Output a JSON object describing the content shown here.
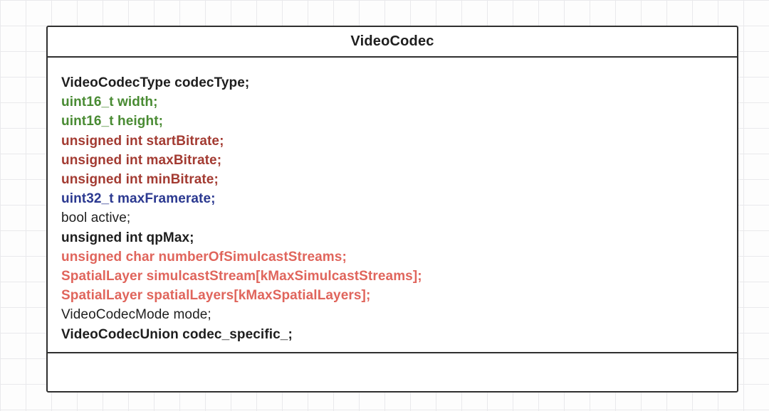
{
  "diagram": {
    "title": "VideoCodec",
    "fields": [
      {
        "name": "codecType",
        "text": "VideoCodecType codecType;",
        "color": "#1e1e1e",
        "bold": true
      },
      {
        "name": "width",
        "text": "uint16_t width;",
        "color": "#498b33",
        "bold": true
      },
      {
        "name": "height",
        "text": "uint16_t height;",
        "color": "#498b33",
        "bold": true
      },
      {
        "name": "startBitrate",
        "text": "unsigned int startBitrate;",
        "color": "#a33b32",
        "bold": true
      },
      {
        "name": "maxBitrate",
        "text": "unsigned int maxBitrate;",
        "color": "#a33b32",
        "bold": true
      },
      {
        "name": "minBitrate",
        "text": "unsigned int minBitrate;",
        "color": "#a33b32",
        "bold": true
      },
      {
        "name": "maxFramerate",
        "text": "uint32_t maxFramerate;",
        "color": "#2b3990",
        "bold": true
      },
      {
        "name": "active",
        "text": "bool active;",
        "color": "#1e1e1e",
        "bold": false
      },
      {
        "name": "qpMax",
        "text": "unsigned int qpMax;",
        "color": "#1e1e1e",
        "bold": true
      },
      {
        "name": "numberOfSimulcastStreams",
        "text": "unsigned char numberOfSimulcastStreams;",
        "color": "#e0655c",
        "bold": true
      },
      {
        "name": "simulcastStream",
        "text": "SpatialLayer simulcastStream[kMaxSimulcastStreams];",
        "color": "#e0655c",
        "bold": true
      },
      {
        "name": "spatialLayers",
        "text": "SpatialLayer spatialLayers[kMaxSpatialLayers];",
        "color": "#e0655c",
        "bold": true
      },
      {
        "name": "mode",
        "text": "VideoCodecMode mode;",
        "color": "#1e1e1e",
        "bold": false
      },
      {
        "name": "codec_specific_",
        "text": "VideoCodecUnion codec_specific_;",
        "color": "#1e1e1e",
        "bold": true
      }
    ]
  }
}
